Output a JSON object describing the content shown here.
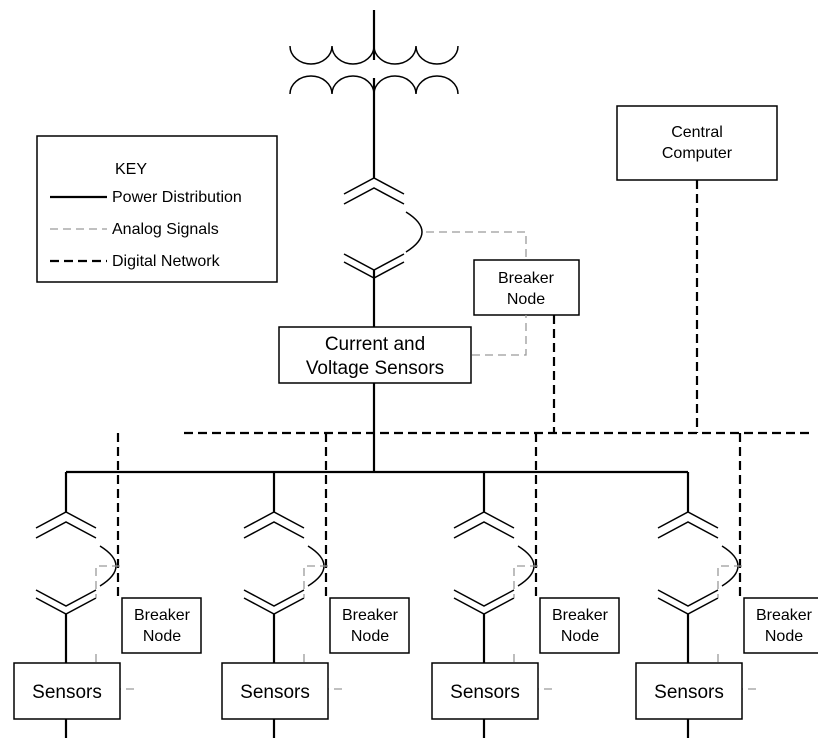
{
  "key": {
    "title": "KEY",
    "power": "Power Distribution",
    "analog": "Analog Signals",
    "digital": "Digital Network"
  },
  "central_computer": [
    "Central",
    "Computer"
  ],
  "main_breaker_node": [
    "Breaker",
    "Node"
  ],
  "main_sensors": [
    "Current and",
    "Voltage Sensors"
  ],
  "branches": [
    {
      "sensors": "Sensors",
      "breaker_node": [
        "Breaker",
        "Node"
      ]
    },
    {
      "sensors": "Sensors",
      "breaker_node": [
        "Breaker",
        "Node"
      ]
    },
    {
      "sensors": "Sensors",
      "breaker_node": [
        "Breaker",
        "Node"
      ]
    },
    {
      "sensors": "Sensors",
      "breaker_node": [
        "Breaker",
        "Node"
      ]
    }
  ],
  "colors": {
    "power_line": "#000000",
    "analog_line": "#9a9a9a",
    "digital_line": "#000000"
  }
}
